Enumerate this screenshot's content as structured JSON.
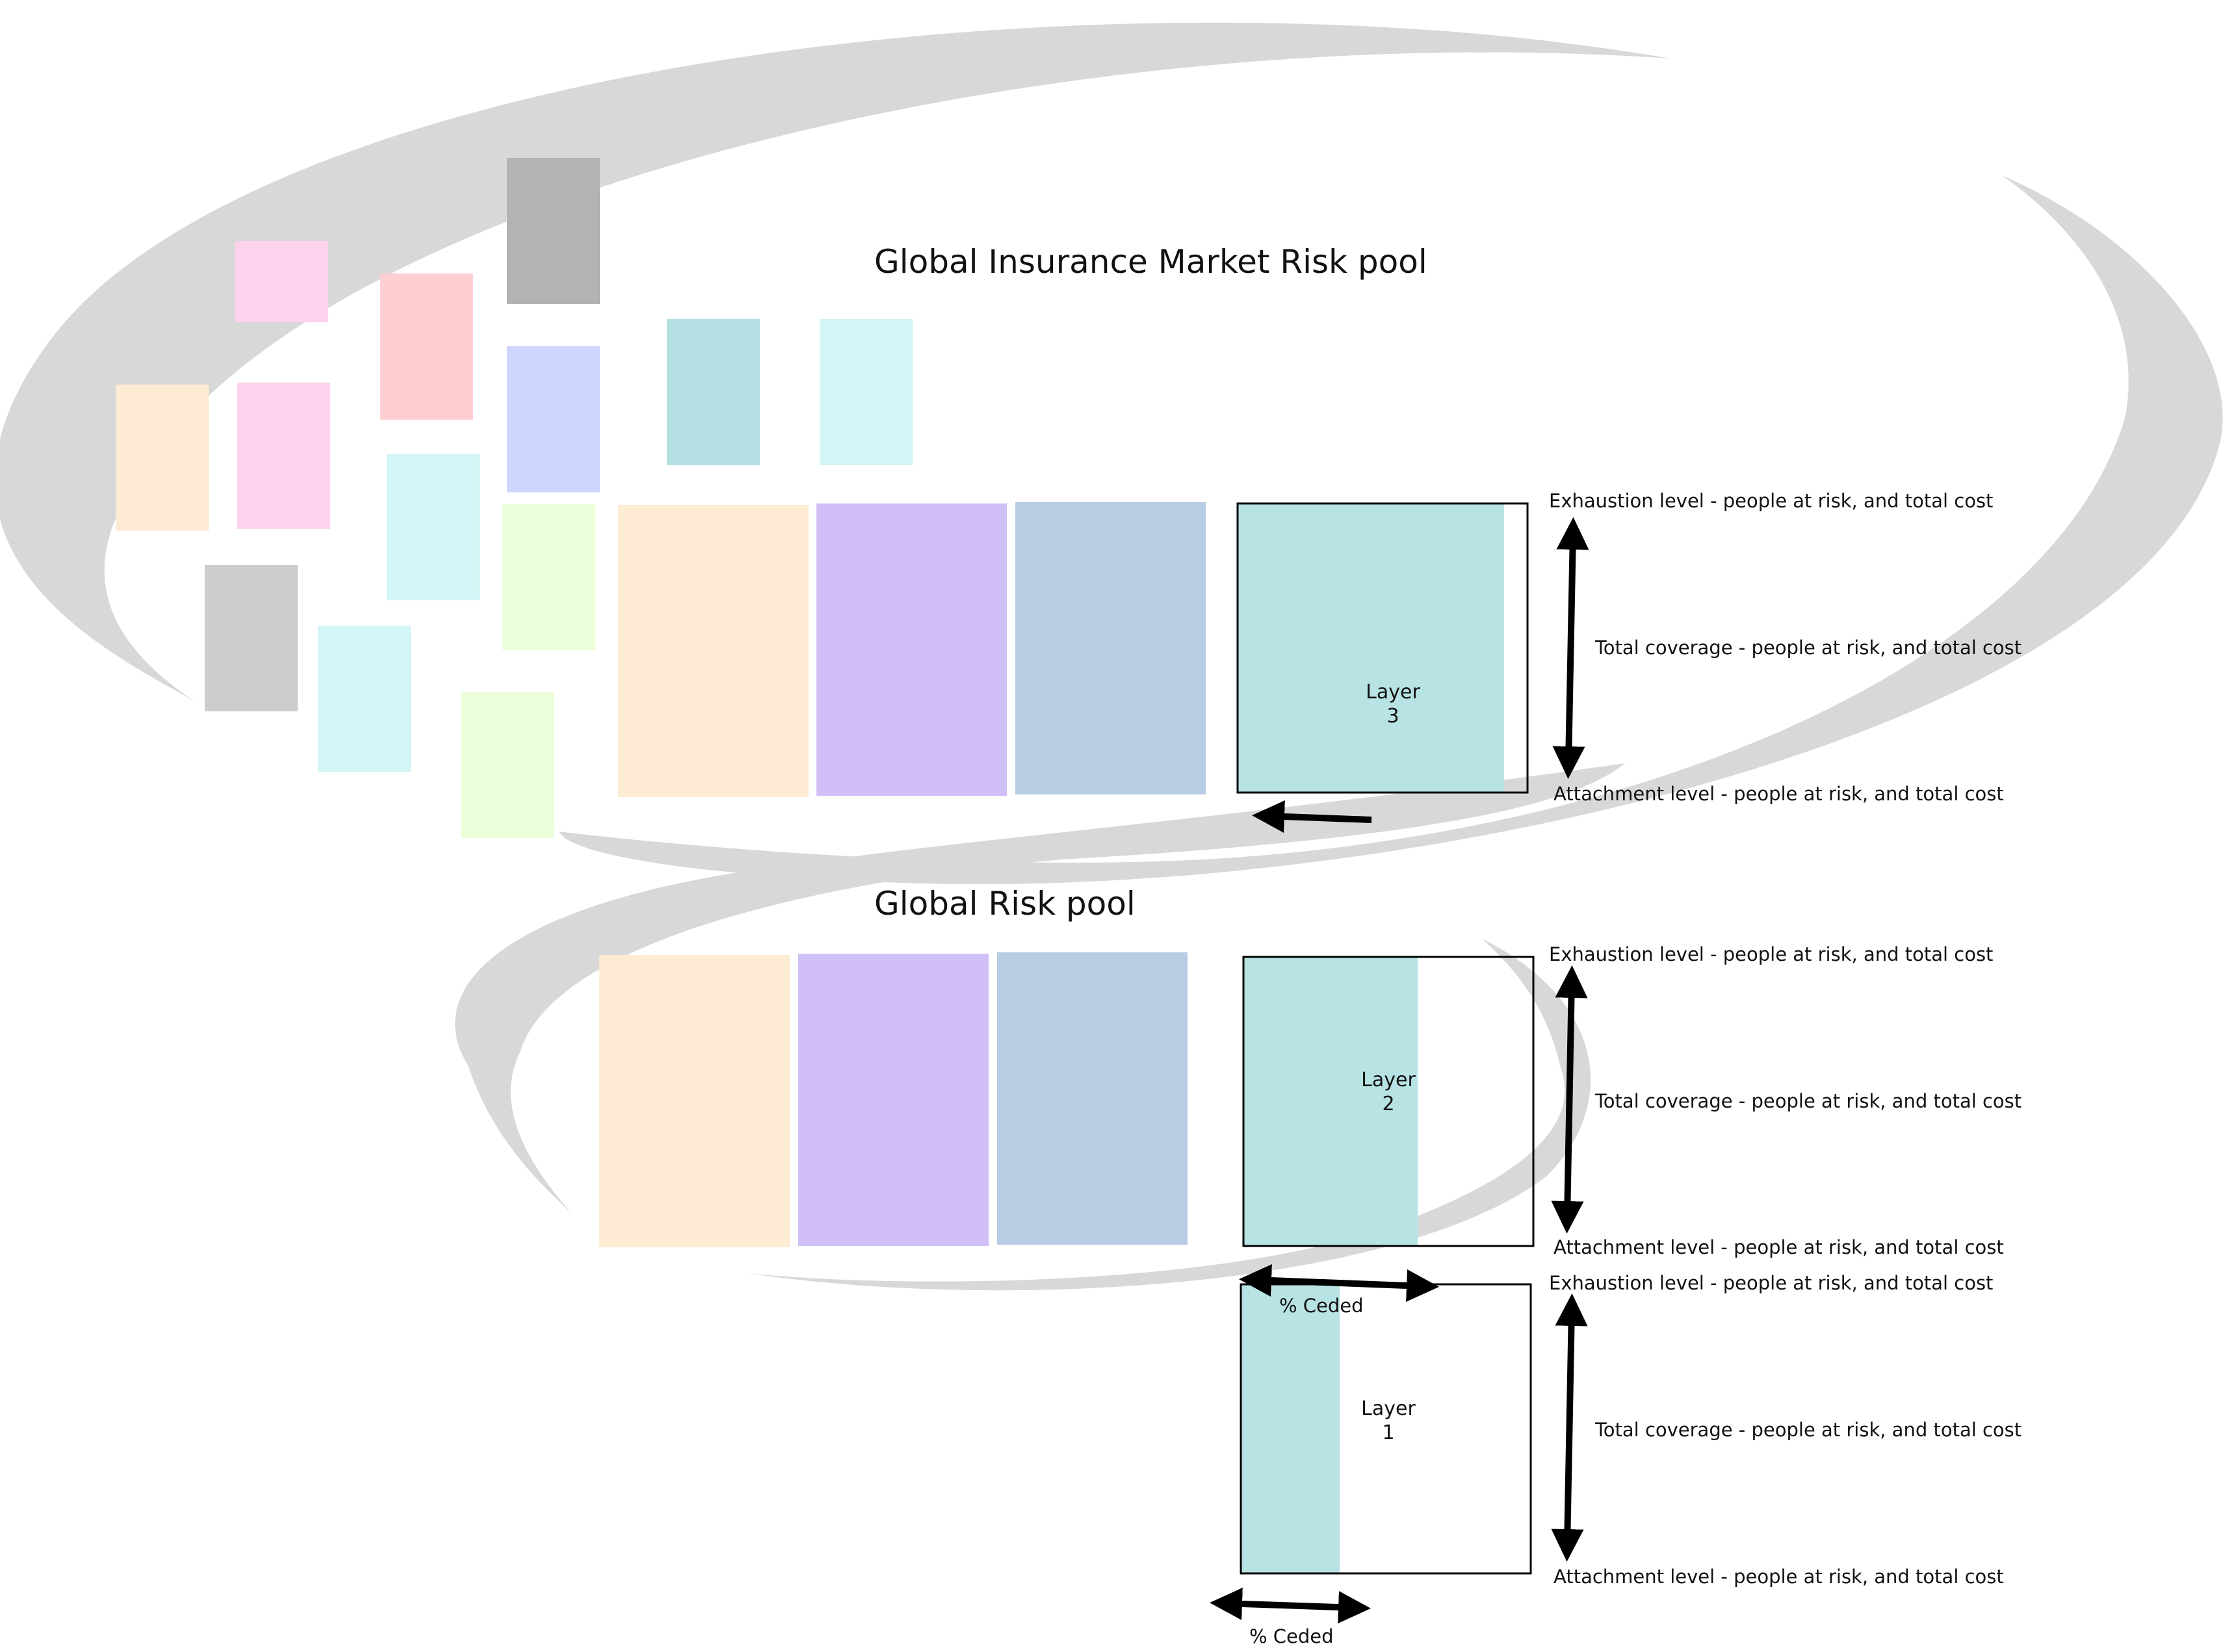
{
  "titles": {
    "market_pool": "Global Insurance Market Risk pool",
    "risk_pool": "Global Risk pool"
  },
  "levels": {
    "exhaustion": "Exhaustion level - people at risk, and total cost",
    "coverage": "Total coverage - people at risk, and total cost",
    "attachment": "Attachment level - people at risk, and total cost"
  },
  "layers": [
    {
      "word": "Layer",
      "number": "3",
      "ceded_fraction": 0.92
    },
    {
      "word": "Layer",
      "number": "2",
      "ceded_fraction": 0.6,
      "ceded_label": "% Ceded"
    },
    {
      "word": "Layer",
      "number": "1",
      "ceded_fraction": 0.34,
      "ceded_label": "% Ceded"
    }
  ],
  "colors": {
    "swirl": "#d8d8d8",
    "layer_fill": "#b8e3e4",
    "arrow": "#000000",
    "peach": "#fdebd3",
    "lavender": "#d1c0f7",
    "steel_blue": "#b8cce4",
    "pink": "#fed1ed",
    "rose": "#fecfd1",
    "periwinkle": "#cfd6fe",
    "light_cyan": "#d3f5f6",
    "teal": "#b6dfe4",
    "mint": "#ebfed9",
    "gray": "#cccccc",
    "dark_gray": "#b3b3b3"
  }
}
